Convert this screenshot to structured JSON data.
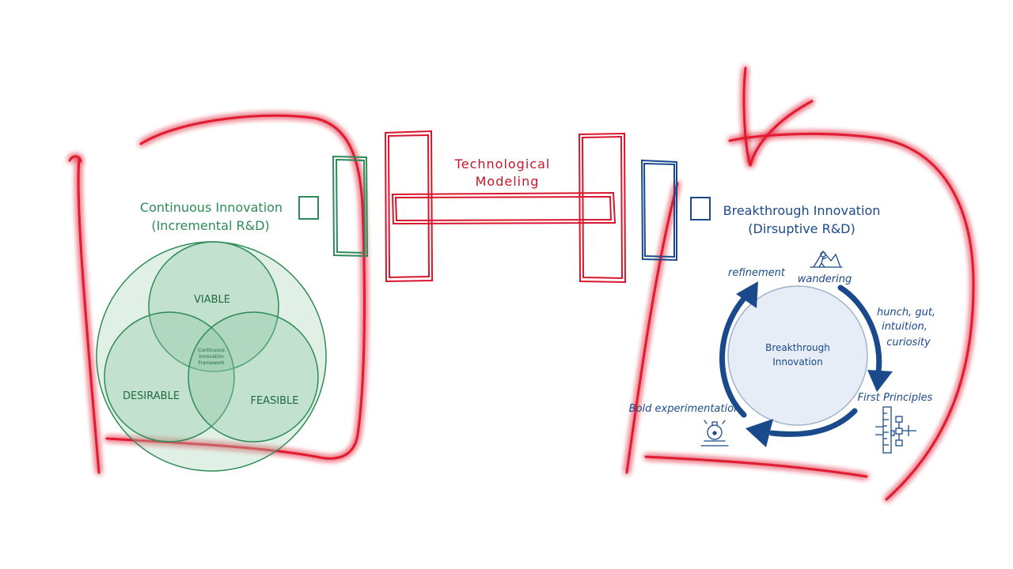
{
  "colors": {
    "red_ink": "#d8152a",
    "red_glow": "#ff4b5c",
    "green_ink": "#2e8b57",
    "green_fill": "#9ccfaf",
    "blue_ink": "#1b4a8c",
    "blue_fill": "#e6edf6"
  },
  "center": {
    "line1": "Technological",
    "line2": "Modeling"
  },
  "left": {
    "title_line1": "Continuous Innovation",
    "title_line2": "(Incremental R&D)",
    "venn": {
      "top": "VIABLE",
      "left": "DESIRABLE",
      "right": "FEASIBLE",
      "center_line1": "Continuous",
      "center_line2": "Innovation",
      "center_line3": "Framework"
    }
  },
  "right": {
    "title_line1": "Breakthrough Innovation",
    "title_line2": "(Dirsuptive R&D)",
    "cycle": {
      "center_line1": "Breakthrough",
      "center_line2": "Innovation",
      "refinement": "refinement",
      "wandering": "wandering",
      "hunch_line1": "hunch, gut,",
      "hunch_line2": "intuition,",
      "hunch_line3": "curiosity",
      "first_principles": "First Principles",
      "bold_experimentation": "Bold experimentation"
    }
  },
  "icons": [
    "hiker-icon",
    "beaker-icon",
    "ruler-icon",
    "flowchart-icon"
  ]
}
